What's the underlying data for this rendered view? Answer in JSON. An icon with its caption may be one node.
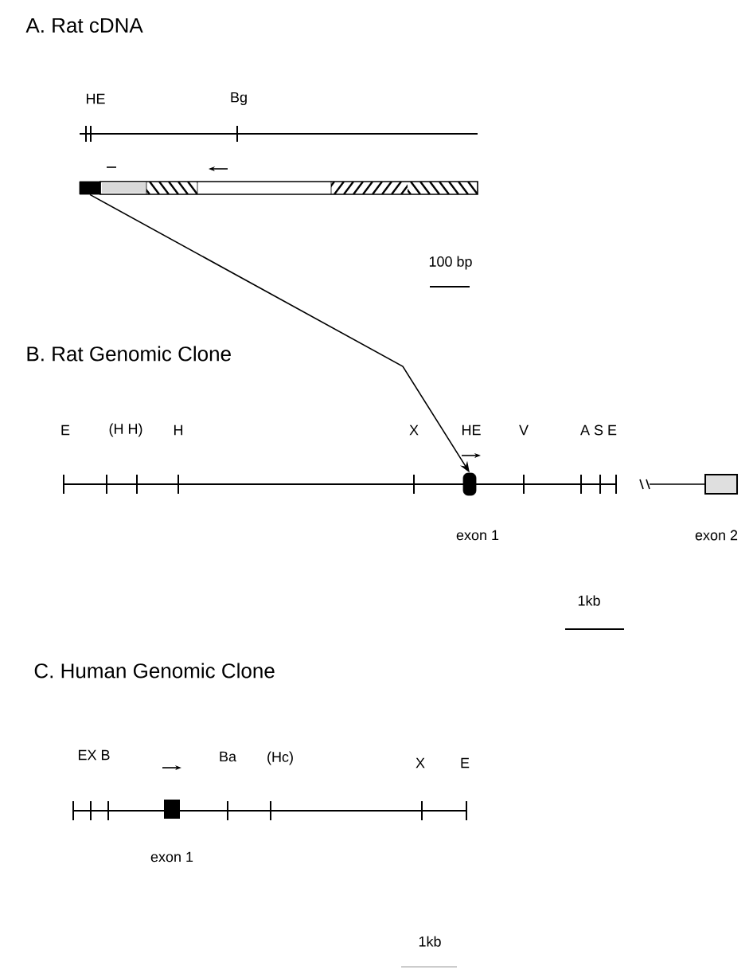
{
  "diagram": {
    "nodes": [
      {
        "text": [],
        "shape": "bar"
      },
      {
        "text": [],
        "shape": "bar",
        "beside": [
          "exon 1"
        ]
      }
    ],
    "edges": [
      {
        "from": 0,
        "to": 1,
        "arrow": "to"
      }
    ],
    "labels": [
      "A. Rat cDNA",
      "HE",
      "Bg",
      "100 bp",
      "B. Rat Genomic Clone",
      "E",
      "(H H)",
      "H",
      "X",
      "HE",
      "V",
      "A S E",
      "exon 2",
      "1kb",
      "C. Human Genomic Clone",
      "EX B",
      "Ba",
      "(Hc)",
      "X",
      "E",
      "exon 1",
      "1kb"
    ]
  }
}
